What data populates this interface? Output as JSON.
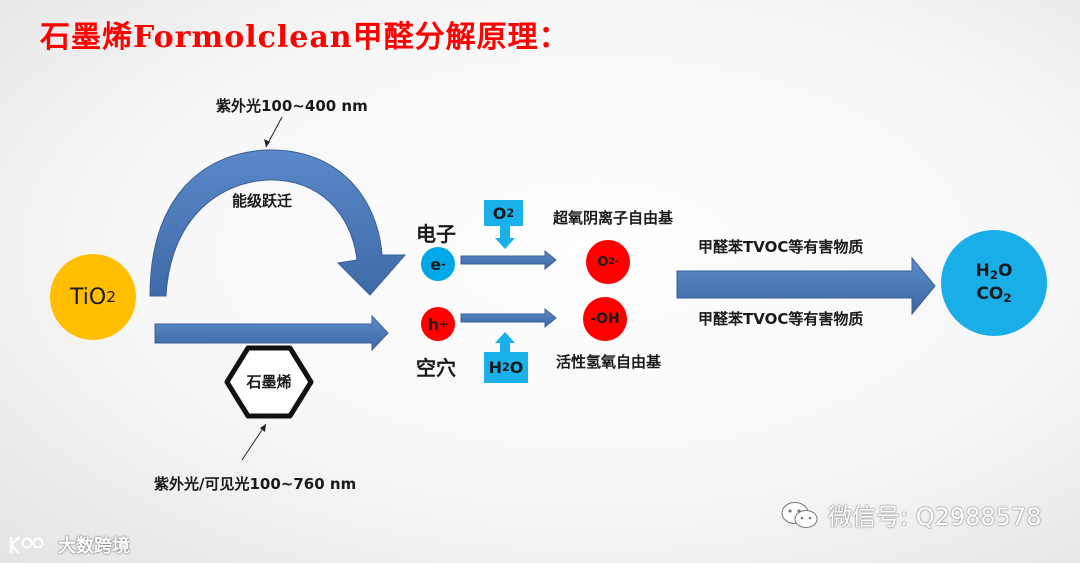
{
  "title": "石墨烯Formolclean甲醛分解原理：",
  "uv_top_label": "紫外光100~400 nm",
  "uv_bottom_label": "紫外光/可见光100~760 nm",
  "energy_transition_label": "能级跃迁",
  "graphene_label": "石墨烯",
  "tio2": {
    "main": "TiO",
    "sub": "2"
  },
  "electron": {
    "title": "电子",
    "symbol": "e",
    "sup": "-"
  },
  "hole": {
    "title": "空穴",
    "symbol": "h",
    "sup": "+"
  },
  "o2_box": {
    "main": "O",
    "sub": "2"
  },
  "h2o_box": {
    "a": "H",
    "sub": "2",
    "b": "O"
  },
  "superoxide": {
    "label": "超氧阴离子自由基",
    "main": "O",
    "sub": "2",
    "sup": "-"
  },
  "hydroxyl": {
    "label": "活性氢氧自由基",
    "text": "-OH"
  },
  "harmful_top": "甲醛苯TVOC等有害物质",
  "harmful_bottom": "甲醛苯TVOC等有害物质",
  "products": {
    "h2o": {
      "a": "H",
      "sub": "2",
      "b": "O"
    },
    "co2": {
      "a": "CO",
      "sub": "2"
    }
  },
  "watermark_wechat": "微信号: Q2988578",
  "watermark_brand": "大数跨境",
  "colors": {
    "title": "#ff0000",
    "arrow_blue": "#4a78b8",
    "tio2_yellow": "#ffbf00",
    "product_blue": "#1aaee8",
    "radical_red": "#ff0000",
    "electron_blue": "#00a8e8"
  }
}
